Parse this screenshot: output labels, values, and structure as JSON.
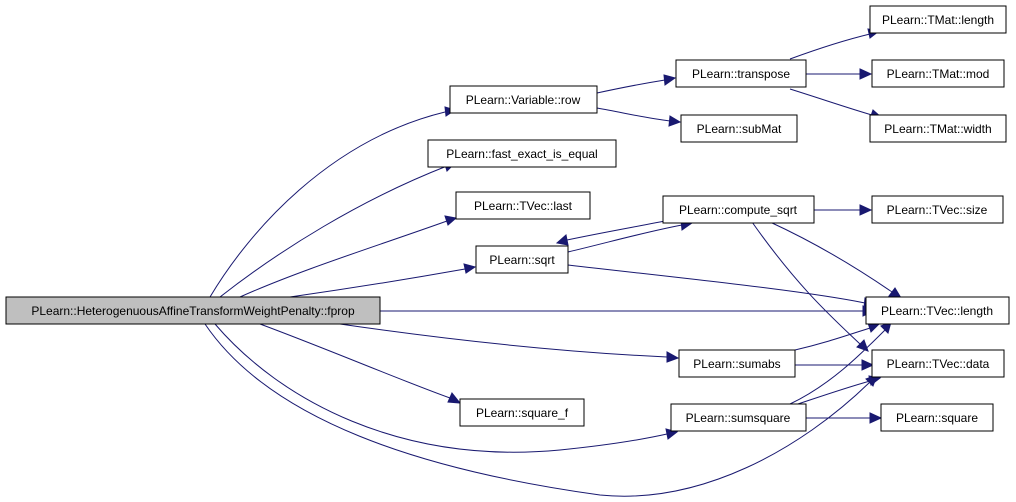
{
  "nodes": {
    "fprop": "PLearn::HeterogenuousAffineTransformWeightPenalty::fprop",
    "row": "PLearn::Variable::row",
    "fast_exact_is_equal": "PLearn::fast_exact_is_equal",
    "last": "PLearn::TVec::last",
    "sqrt": "PLearn::sqrt",
    "sumabs": "PLearn::sumabs",
    "square_f": "PLearn::square_f",
    "sumsquare": "PLearn::sumsquare",
    "transpose": "PLearn::transpose",
    "subMat": "PLearn::subMat",
    "compute_sqrt": "PLearn::compute_sqrt",
    "tmat_length": "PLearn::TMat::length",
    "tmat_mod": "PLearn::TMat::mod",
    "tmat_width": "PLearn::TMat::width",
    "tvec_size": "PLearn::TVec::size",
    "tvec_length": "PLearn::TVec::length",
    "tvec_data": "PLearn::TVec::data",
    "square": "PLearn::square"
  },
  "edges": [
    [
      "fprop",
      "row"
    ],
    [
      "fprop",
      "fast_exact_is_equal"
    ],
    [
      "fprop",
      "last"
    ],
    [
      "fprop",
      "sqrt"
    ],
    [
      "fprop",
      "tvec_length"
    ],
    [
      "fprop",
      "sumabs"
    ],
    [
      "fprop",
      "square_f"
    ],
    [
      "fprop",
      "sumsquare"
    ],
    [
      "fprop",
      "tvec_data"
    ],
    [
      "row",
      "transpose"
    ],
    [
      "row",
      "subMat"
    ],
    [
      "transpose",
      "tmat_length"
    ],
    [
      "transpose",
      "tmat_mod"
    ],
    [
      "transpose",
      "tmat_width"
    ],
    [
      "sqrt",
      "compute_sqrt"
    ],
    [
      "sqrt",
      "tvec_length"
    ],
    [
      "compute_sqrt",
      "sqrt"
    ],
    [
      "compute_sqrt",
      "tvec_size"
    ],
    [
      "compute_sqrt",
      "tvec_length"
    ],
    [
      "compute_sqrt",
      "tvec_data"
    ],
    [
      "sumabs",
      "tvec_length"
    ],
    [
      "sumabs",
      "tvec_data"
    ],
    [
      "sumsquare",
      "tvec_length"
    ],
    [
      "sumsquare",
      "tvec_data"
    ],
    [
      "sumsquare",
      "square"
    ]
  ]
}
